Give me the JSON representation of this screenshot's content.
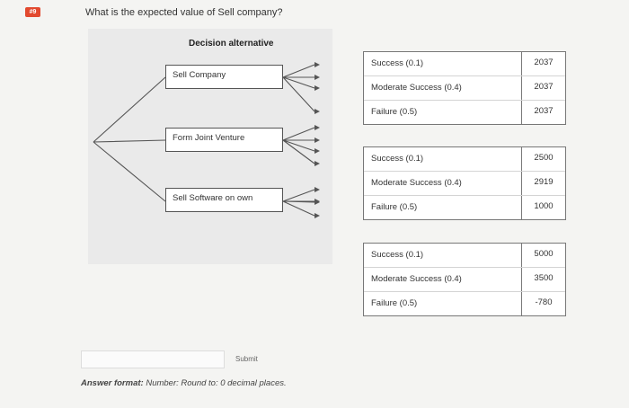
{
  "question": {
    "number": "#9",
    "text": "What is the expected value of Sell company?"
  },
  "diagram": {
    "title": "Decision alternative",
    "alternatives": [
      {
        "label": "Sell Company"
      },
      {
        "label": "Form Joint Venture"
      },
      {
        "label": "Sell Software on own"
      }
    ],
    "outcome_groups": [
      {
        "rows": [
          {
            "label": "Success (0.1)",
            "value": "2037"
          },
          {
            "label": "Moderate Success (0.4)",
            "value": "2037"
          },
          {
            "label": "Failure (0.5)",
            "value": "2037"
          }
        ]
      },
      {
        "rows": [
          {
            "label": "Success (0.1)",
            "value": "2500"
          },
          {
            "label": "Moderate Success (0.4)",
            "value": "2919"
          },
          {
            "label": "Failure (0.5)",
            "value": "1000"
          }
        ]
      },
      {
        "rows": [
          {
            "label": "Success (0.1)",
            "value": "5000"
          },
          {
            "label": "Moderate Success (0.4)",
            "value": "3500"
          },
          {
            "label": "Failure (0.5)",
            "value": "-780"
          }
        ]
      }
    ]
  },
  "answer": {
    "input_value": "",
    "submit_label": "Submit",
    "format_label": "Answer format:",
    "format_text": "Number: Round to: 0 decimal places."
  },
  "colors": {
    "badge": "#e2492f",
    "line": "#555555"
  }
}
